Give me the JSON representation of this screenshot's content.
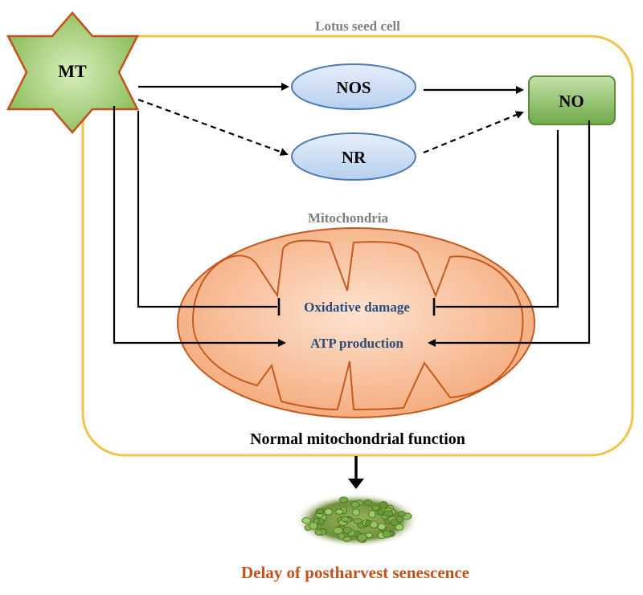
{
  "cell": {
    "label": "Lotus seed cell"
  },
  "melatonin": {
    "label": "MT"
  },
  "nos": {
    "label": "NOS"
  },
  "nr": {
    "label": "NR"
  },
  "no": {
    "label": "NO"
  },
  "mitochondria": {
    "label": "Mitochondria",
    "oxidative_damage": "Oxidative damage",
    "atp_production": "ATP production"
  },
  "function_label": "Normal mitochondrial function",
  "outcome_label": "Delay of postharvest senescence",
  "colors": {
    "cell_border": "#f5c24b",
    "star_fill": "#9cc76a",
    "star_stroke": "#c0531c",
    "enzyme_fill": "#cfe0f5",
    "enzyme_stroke": "#4a7bb7",
    "no_fill": "#8dc06b",
    "no_stroke": "#5c8e3a",
    "mito_fill": "#f6b993",
    "mito_stroke": "#c55a1e",
    "mito_text": "#2c4c7a",
    "outcome_text": "#c0531c",
    "gray_label": "#7f7f7f"
  }
}
